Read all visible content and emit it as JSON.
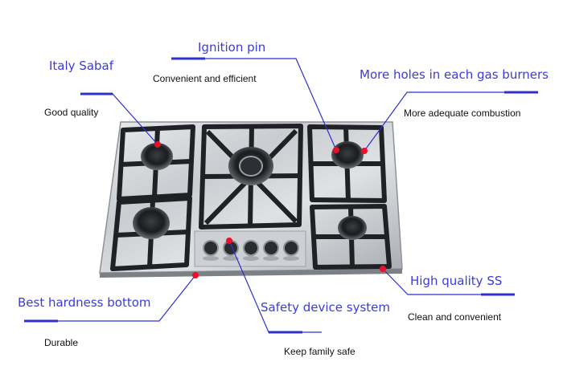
{
  "accent_color": "#3b3bdc",
  "leader_color": "#2f2fd0",
  "dot_color": "#e8102a",
  "annotations": {
    "ignition": {
      "title": "Ignition pin",
      "subtitle": "Convenient and efficient"
    },
    "sabaf": {
      "title": "Italy Sabaf",
      "subtitle": "Good quality"
    },
    "holes": {
      "title": "More holes in each gas burners",
      "subtitle": "More adequate combustion"
    },
    "steel": {
      "title": "High quality SS",
      "subtitle": "Clean and convenient"
    },
    "bottom": {
      "title": "Best hardness bottom",
      "subtitle": "Durable"
    },
    "safety": {
      "title": "Safety device system",
      "subtitle": "Keep family safe"
    }
  },
  "product": {
    "description": "Five-burner stainless steel gas hob with cast iron grates and five control knobs"
  }
}
